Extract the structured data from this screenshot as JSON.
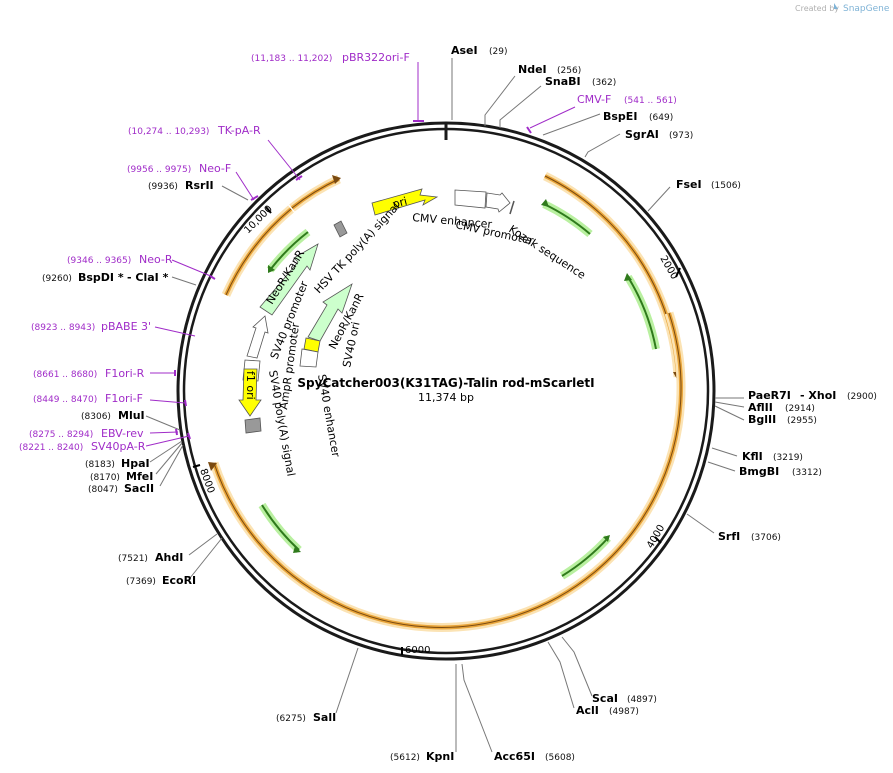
{
  "credit": {
    "prefix": "Created by",
    "brand": "SnapGene"
  },
  "plasmid": {
    "name": "SpyCatcher003(K31TAG)-Talin rod-mScarletI",
    "size": "11,374 bp"
  },
  "ticks": [
    "2000",
    "4000",
    "6000",
    "8000",
    "10,000"
  ],
  "enzymes": [
    {
      "name": "AseI",
      "pos": "(29)"
    },
    {
      "name": "NdeI",
      "pos": "(256)"
    },
    {
      "name": "SnaBI",
      "pos": "(362)"
    },
    {
      "name": "BspEI",
      "pos": "(649)"
    },
    {
      "name": "SgrAI",
      "pos": "(973)"
    },
    {
      "name": "FseI",
      "pos": "(1506)"
    },
    {
      "name": "PaeR7I",
      "pos": "(2900)",
      "extra": "- XhoI"
    },
    {
      "name": "AflII",
      "pos": "(2914)"
    },
    {
      "name": "BglII",
      "pos": "(2955)"
    },
    {
      "name": "KflI",
      "pos": "(3219)"
    },
    {
      "name": "BmgBI",
      "pos": "(3312)"
    },
    {
      "name": "SrfI",
      "pos": "(3706)"
    },
    {
      "name": "ScaI",
      "pos": "(4897)"
    },
    {
      "name": "AclI",
      "pos": "(4987)"
    },
    {
      "name": "Acc65I",
      "pos": "(5608)"
    },
    {
      "name": "KpnI",
      "pos": "(5612)"
    },
    {
      "name": "SalI",
      "pos": "(6275)"
    },
    {
      "name": "EcoRI",
      "pos": "(7369)"
    },
    {
      "name": "AhdI",
      "pos": "(7521)"
    },
    {
      "name": "SacII",
      "pos": "(8047)"
    },
    {
      "name": "MfeI",
      "pos": "(8170)"
    },
    {
      "name": "HpaI",
      "pos": "(8183)"
    },
    {
      "name": "MluI",
      "pos": "(8306)"
    },
    {
      "name": "BspDI *",
      "pos": "(9260)",
      "extra": "- ClaI *"
    },
    {
      "name": "RsrII",
      "pos": "(9936)"
    }
  ],
  "primers": [
    {
      "name": "pBR322ori-F",
      "range": "(11,183 .. 11,202)"
    },
    {
      "name": "TK-pA-R",
      "range": "(10,274 .. 10,293)"
    },
    {
      "name": "Neo-F",
      "range": "(9956 .. 9975)"
    },
    {
      "name": "Neo-R",
      "range": "(9346 .. 9365)"
    },
    {
      "name": "pBABE 3'",
      "range": "(8923 .. 8943)"
    },
    {
      "name": "F1ori-R",
      "range": "(8661 .. 8680)"
    },
    {
      "name": "F1ori-F",
      "range": "(8449 .. 8470)"
    },
    {
      "name": "EBV-rev",
      "range": "(8275 .. 8294)"
    },
    {
      "name": "SV40pA-R",
      "range": "(8221 .. 8240)"
    },
    {
      "name": "CMV-F",
      "range": "(541 .. 561)"
    }
  ],
  "features": [
    {
      "name": "ori",
      "color": "#ffff00"
    },
    {
      "name": "CMV enhancer",
      "color": "#ffffff"
    },
    {
      "name": "CMV promoter",
      "color": "#ffffff"
    },
    {
      "name": "Kozak sequence",
      "color": "#ffffff"
    },
    {
      "name": "HSV TK poly(A) signal",
      "color": "#999999"
    },
    {
      "name": "NeoR/KanR",
      "color": "#ccffcc"
    },
    {
      "name": "SV40 promoter",
      "color": "#ffffff"
    },
    {
      "name": "NeoR/KanR",
      "color": "#ccffcc"
    },
    {
      "name": "SV40 ori",
      "color": "#ffff00"
    },
    {
      "name": "SV40 enhancer",
      "color": "#ffffff"
    },
    {
      "name": "AmpR promoter",
      "color": "#ffffff"
    },
    {
      "name": "f1 ori",
      "color": "#ffff00"
    },
    {
      "name": "SV40 poly(A) signal",
      "color": "#999999"
    }
  ],
  "colors": {
    "backbone": "#1a1a1a",
    "orf_fill": "#e9a53a",
    "orf_glow": "#fbe3b4",
    "orf_arrow": "#7a4a10",
    "gene_green": "#2f7a1c",
    "gene_glow": "#b9f0a0",
    "primer": "#a02cc8",
    "feature_yellow": "#ffff00",
    "feature_green": "#ccffcc",
    "feature_grey": "#999999"
  }
}
